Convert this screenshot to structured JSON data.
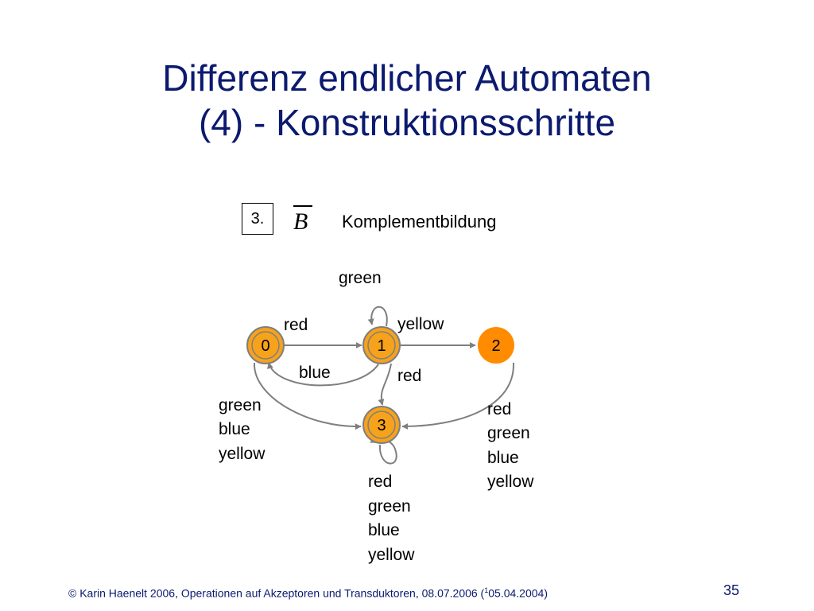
{
  "title": {
    "line1": "Differenz endlicher Automaten",
    "line2": "(4) - Konstruktionsschritte"
  },
  "step": {
    "number": "3.",
    "symbol": "B",
    "label": "Komplementbildung"
  },
  "automaton": {
    "states": [
      {
        "id": "0",
        "label": "0",
        "type": "final",
        "fill": "#f7a21b"
      },
      {
        "id": "1",
        "label": "1",
        "type": "final",
        "fill": "#f7a21b"
      },
      {
        "id": "2",
        "label": "2",
        "type": "normal",
        "fill": "#ff8c00"
      },
      {
        "id": "3",
        "label": "3",
        "type": "final",
        "fill": "#f7a21b"
      }
    ],
    "transitions": [
      {
        "from": "0",
        "to": "1",
        "labels": [
          "red"
        ]
      },
      {
        "from": "1",
        "to": "1",
        "labels": [
          "green"
        ]
      },
      {
        "from": "1",
        "to": "2",
        "labels": [
          "yellow"
        ]
      },
      {
        "from": "1",
        "to": "0",
        "labels": [
          "blue"
        ]
      },
      {
        "from": "1",
        "to": "3",
        "labels": [
          "red"
        ]
      },
      {
        "from": "0",
        "to": "3",
        "labels": [
          "green",
          "blue",
          "yellow"
        ]
      },
      {
        "from": "2",
        "to": "3",
        "labels": [
          "red",
          "green",
          "blue",
          "yellow"
        ]
      },
      {
        "from": "3",
        "to": "3",
        "labels": [
          "red",
          "green",
          "blue",
          "yellow"
        ]
      }
    ]
  },
  "colors": {
    "title": "#0b1a6e",
    "state_fill": "#f7a21b",
    "state_2_fill": "#ff8c00",
    "edge": "#7f7f7f"
  },
  "footer": {
    "text_before": "© Karin Haenelt 2006, Operationen auf Akzeptoren und Transduktoren, 08.07.2006 (",
    "superscript": "1",
    "text_after": "05.04.2004)",
    "page_number": "35"
  }
}
